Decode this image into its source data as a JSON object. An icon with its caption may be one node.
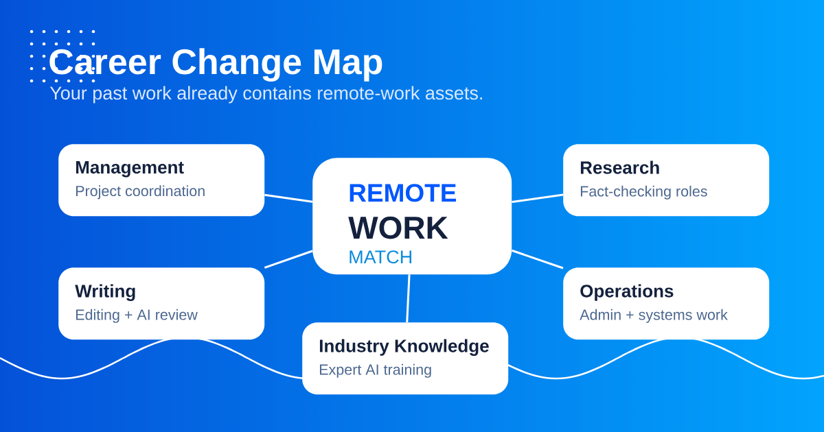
{
  "diagram": {
    "title": "Career Change Map",
    "nodes": [
      {
        "text": [
          "Management",
          "Project coordination"
        ]
      },
      {
        "text": [
          "REMOTE",
          "WORK",
          "MATCH"
        ]
      },
      {
        "text": [
          "Research",
          "Fact-checking roles"
        ]
      },
      {
        "text": [
          "Writing",
          "Editing + AI review"
        ]
      },
      {
        "text": [
          "Operations",
          "Admin + systems work"
        ]
      },
      {
        "text": [
          "Industry Knowledge",
          "Expert AI training"
        ]
      }
    ],
    "edges": [
      {
        "from": 1,
        "to": 0,
        "arrow": "none"
      },
      {
        "from": 1,
        "to": 2,
        "arrow": "none"
      },
      {
        "from": 1,
        "to": 3,
        "arrow": "none"
      },
      {
        "from": 1,
        "to": 4,
        "arrow": "none"
      },
      {
        "from": 1,
        "to": 5,
        "arrow": "none"
      }
    ],
    "labels": [
      "Your past work already contains remote-work assets."
    ]
  }
}
